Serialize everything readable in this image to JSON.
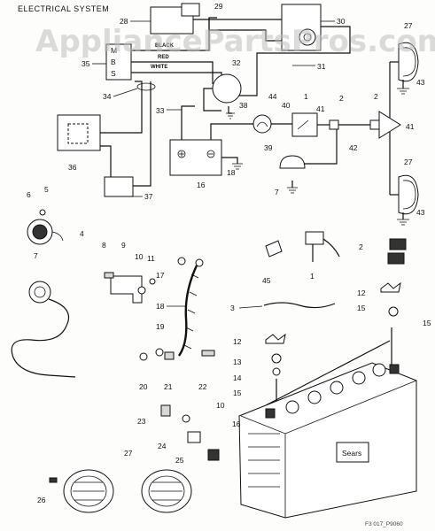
{
  "title": "ELECTRICAL SYSTEM",
  "watermark": "AppliancePartsPros.com",
  "wire_labels": {
    "black": "BLACK",
    "red": "RED",
    "white": "WHITE"
  },
  "terminal_labels": {
    "m": "M",
    "b": "B",
    "s": "S"
  },
  "battery_label": "Sears",
  "figure_code": "F3 017_P9060",
  "callouts": {
    "c1": "1",
    "c2a": "2",
    "c2b": "2",
    "c2c": "2",
    "c3": "3",
    "c4": "4",
    "c5": "5",
    "c6": "6",
    "c7a": "7",
    "c7b": "7",
    "c8": "8",
    "c9": "9",
    "c10a": "10",
    "c10b": "10",
    "c11": "11",
    "c12a": "12",
    "c12b": "12",
    "c13": "13",
    "c14": "14",
    "c15a": "15",
    "c15b": "15",
    "c15c": "15",
    "c16a": "16",
    "c16b": "16",
    "c17": "17",
    "c18a": "18",
    "c18b": "18",
    "c19": "19",
    "c20": "20",
    "c21": "21",
    "c22": "22",
    "c23": "23",
    "c24": "24",
    "c25": "25",
    "c26": "26",
    "c27a": "27",
    "c27b": "27",
    "c27c": "27",
    "c28": "28",
    "c29": "29",
    "c30": "30",
    "c31": "31",
    "c32": "32",
    "c33": "33",
    "c34": "34",
    "c35": "35",
    "c36": "36",
    "c37": "37",
    "c38": "38",
    "c39": "39",
    "c40": "40",
    "c41a": "41",
    "c41b": "41",
    "c42": "42",
    "c43a": "43",
    "c43b": "43",
    "c44": "44",
    "c45": "45"
  },
  "colors": {
    "ink": "#111111",
    "paper": "#fdfdfb",
    "watermark": "#bdbdbd"
  }
}
